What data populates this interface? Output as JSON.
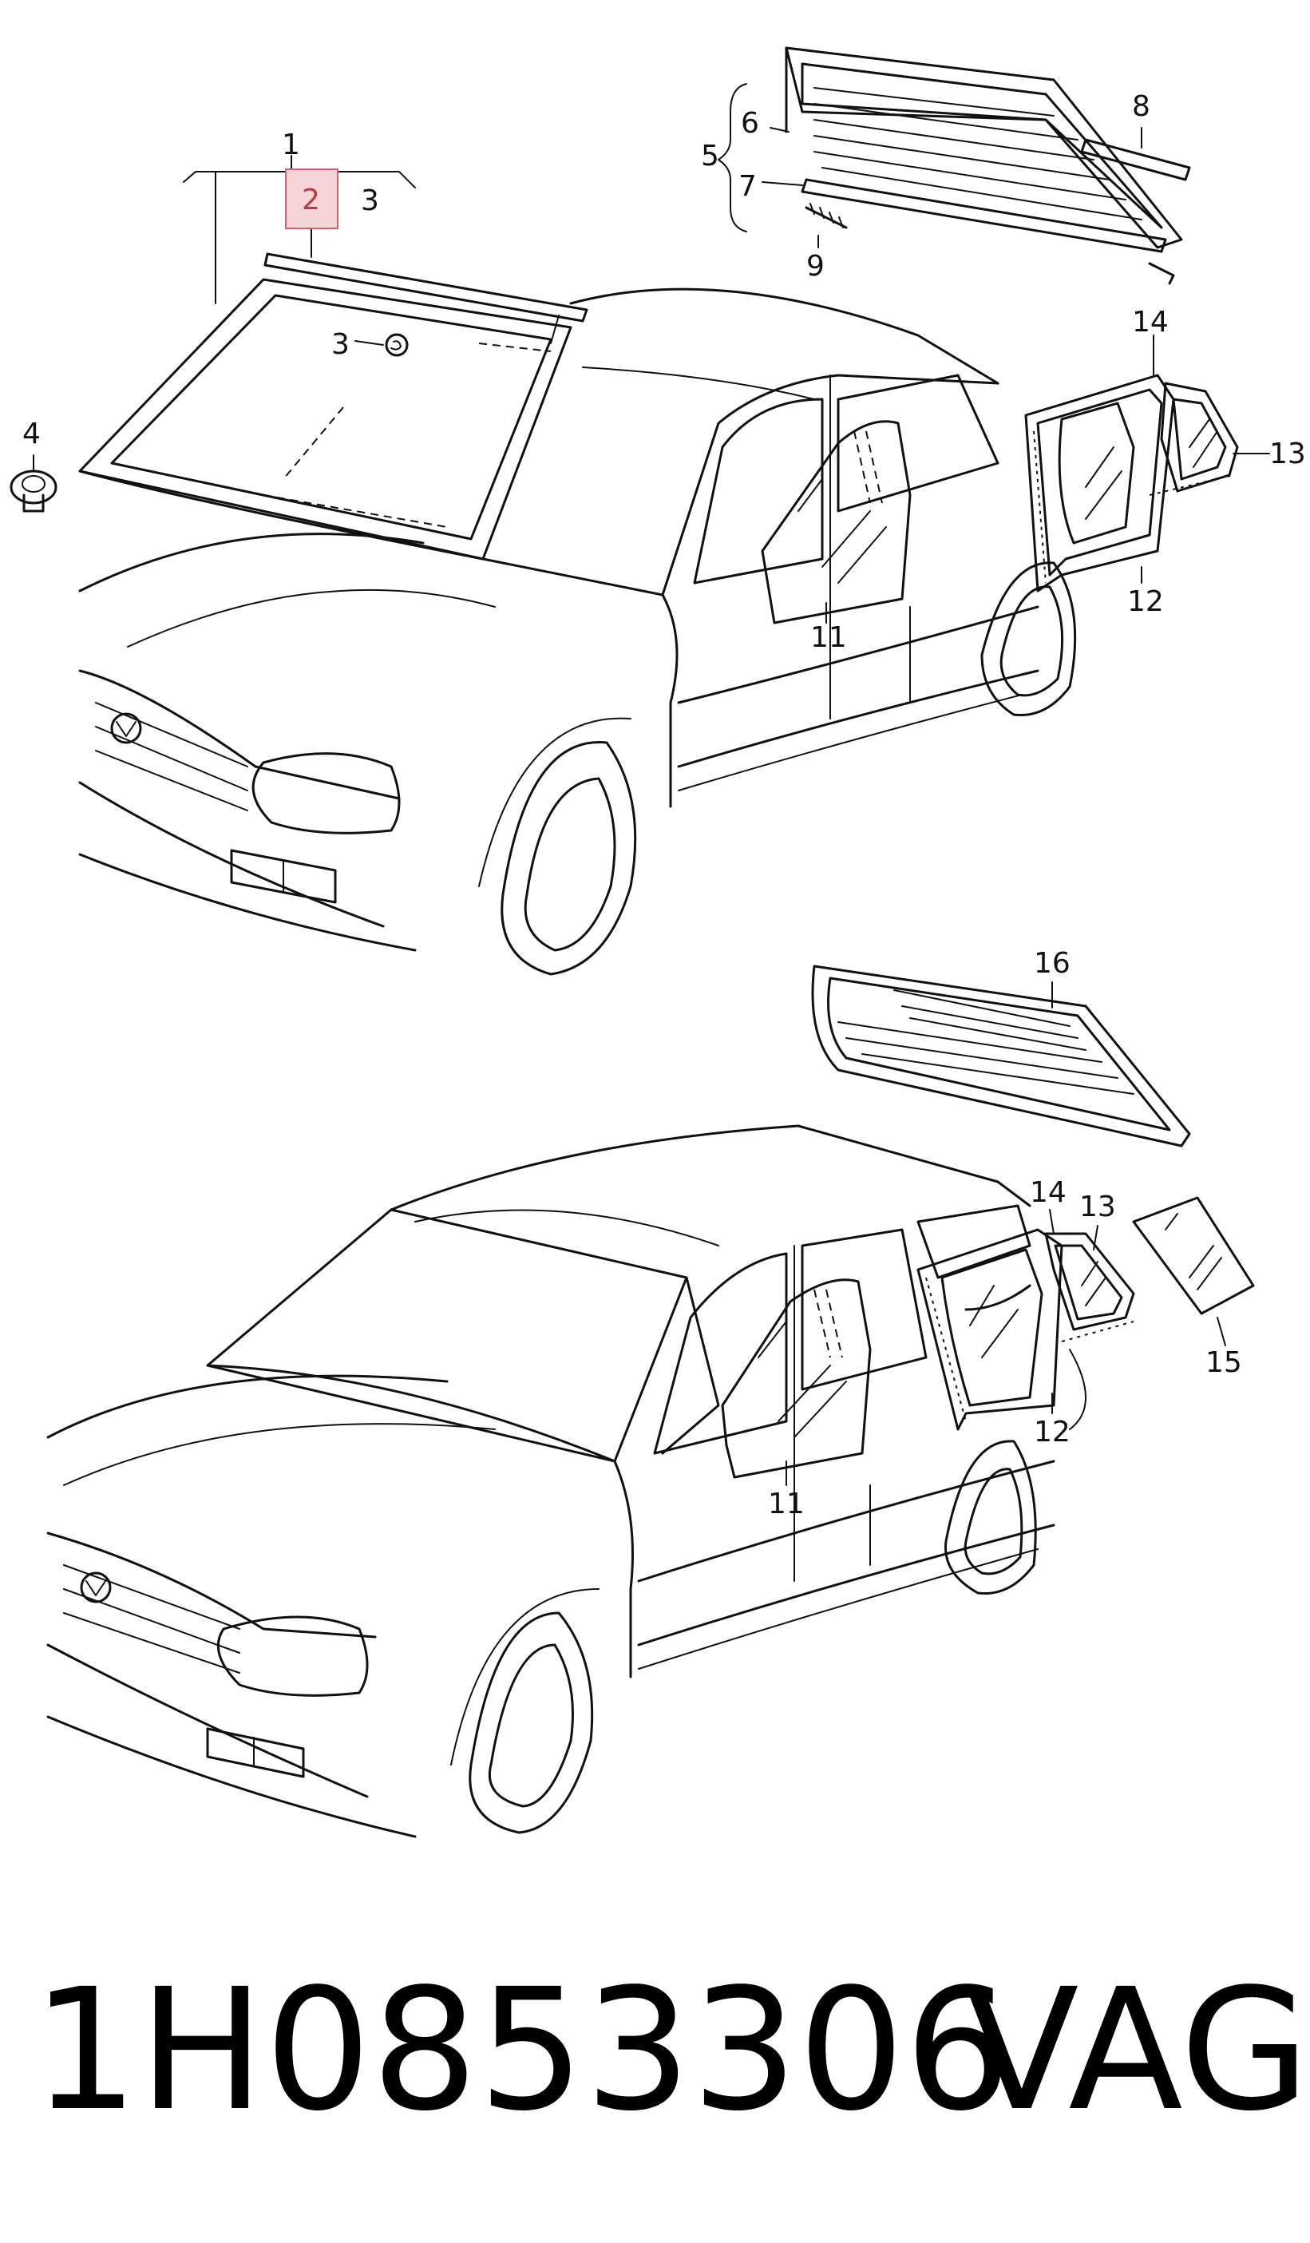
{
  "callouts": {
    "c1": "1",
    "c2": "2",
    "c3a": "3",
    "c3b": "3",
    "c4": "4",
    "c5": "5",
    "c6": "6",
    "c7": "7",
    "c8": "8",
    "c9": "9",
    "c11a": "11",
    "c11b": "11",
    "c12a": "12",
    "c12b": "12",
    "c13a": "13",
    "c13b": "13",
    "c14a": "14",
    "c14b": "14",
    "c15": "15",
    "c16": "16"
  },
  "highlight": {
    "label": "2",
    "color": "#f6d5d8",
    "border": "#d9606b"
  },
  "footer": {
    "part_number": "1H0853306",
    "brand": "VAG"
  }
}
